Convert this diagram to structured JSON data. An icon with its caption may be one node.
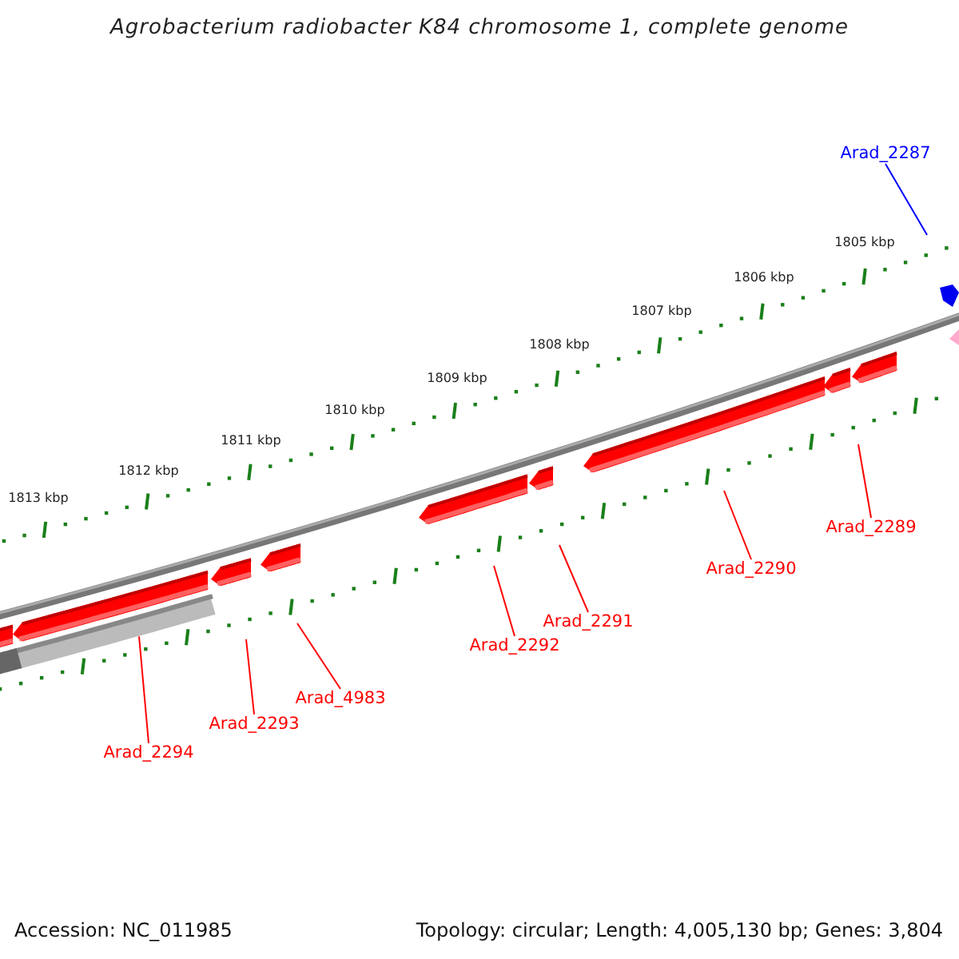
{
  "diagram": {
    "title": "Agrobacterium radiobacter K84 chromosome 1, complete genome",
    "nodes": [
      {
        "text": [
          "Arad_2287"
        ]
      },
      {
        "text": [
          "Arad_2289"
        ]
      },
      {
        "text": [
          "Arad_2290"
        ]
      },
      {
        "text": [
          "Arad_2291"
        ]
      },
      {
        "text": [
          "Arad_2292"
        ]
      },
      {
        "text": [
          "Arad_4983"
        ]
      },
      {
        "text": [
          "Arad_2293"
        ]
      },
      {
        "text": [
          "Arad_2294"
        ]
      },
      {
        "text": [],
        "shape": "bar"
      }
    ],
    "edges": [
      {
        "from": 0,
        "to": null,
        "arrow": "none",
        "color": "#0000ff"
      },
      {
        "from": 1,
        "to": null,
        "arrow": "none"
      },
      {
        "from": 2,
        "to": null,
        "arrow": "none"
      },
      {
        "from": 3,
        "to": null,
        "arrow": "none"
      },
      {
        "from": 4,
        "to": null,
        "arrow": "none"
      },
      {
        "from": 5,
        "to": null,
        "arrow": "none"
      },
      {
        "from": 6,
        "to": null,
        "arrow": "none"
      },
      {
        "from": 7,
        "to": 8,
        "arrow": "none"
      }
    ],
    "labels": [
      "1805 kbp",
      "1806 kbp",
      "1807 kbp",
      "1808 kbp",
      "1809 kbp",
      "1810 kbp",
      "1811 kbp",
      "1812 kbp",
      "1813 kbp",
      "Accession: NC_011985",
      "Topology: circular; Length: 4,005,130 bp; Genes: 3,804"
    ]
  }
}
